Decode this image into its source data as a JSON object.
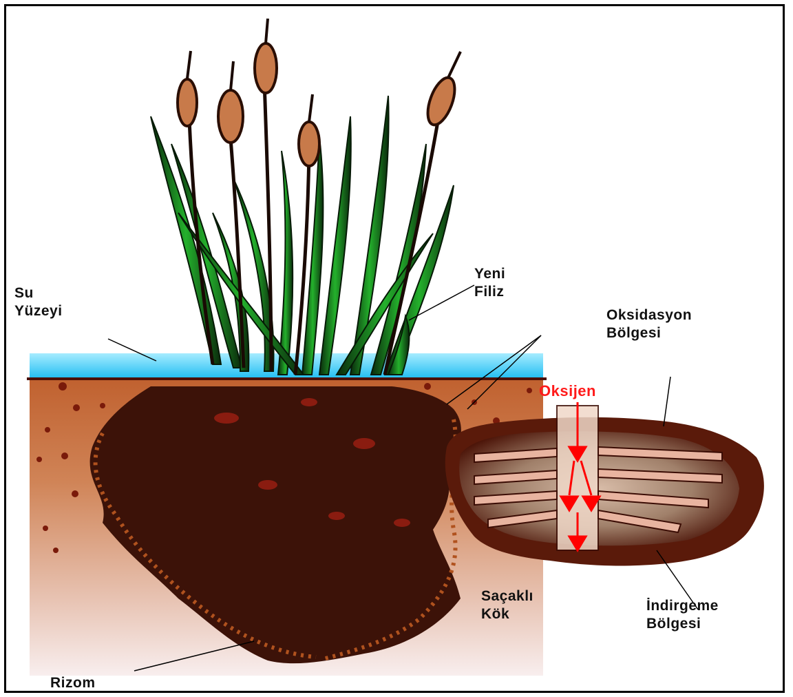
{
  "labels": {
    "water_surface": [
      "Su",
      "Yüzeyi"
    ],
    "new_shoot": [
      "Yeni",
      "Filiz"
    ],
    "oxidation_zone": [
      "Oksidasyon",
      "Bölgesi"
    ],
    "oxygen": "Oksijen",
    "fibrous_root": [
      "Saçaklı",
      "Kök"
    ],
    "reduction_zone": [
      "İndirgeme",
      "Bölgesi"
    ],
    "rhizome": "Rizom"
  },
  "colors": {
    "water": "#2ec8ff",
    "soil": "#c8683c",
    "root_mass": "#3a1208",
    "leaf": "#1f9a2a",
    "cattail_head": "#c87a4a",
    "oxygen_arrow": "#ff0000",
    "zone_dark": "#5a1a0a"
  }
}
